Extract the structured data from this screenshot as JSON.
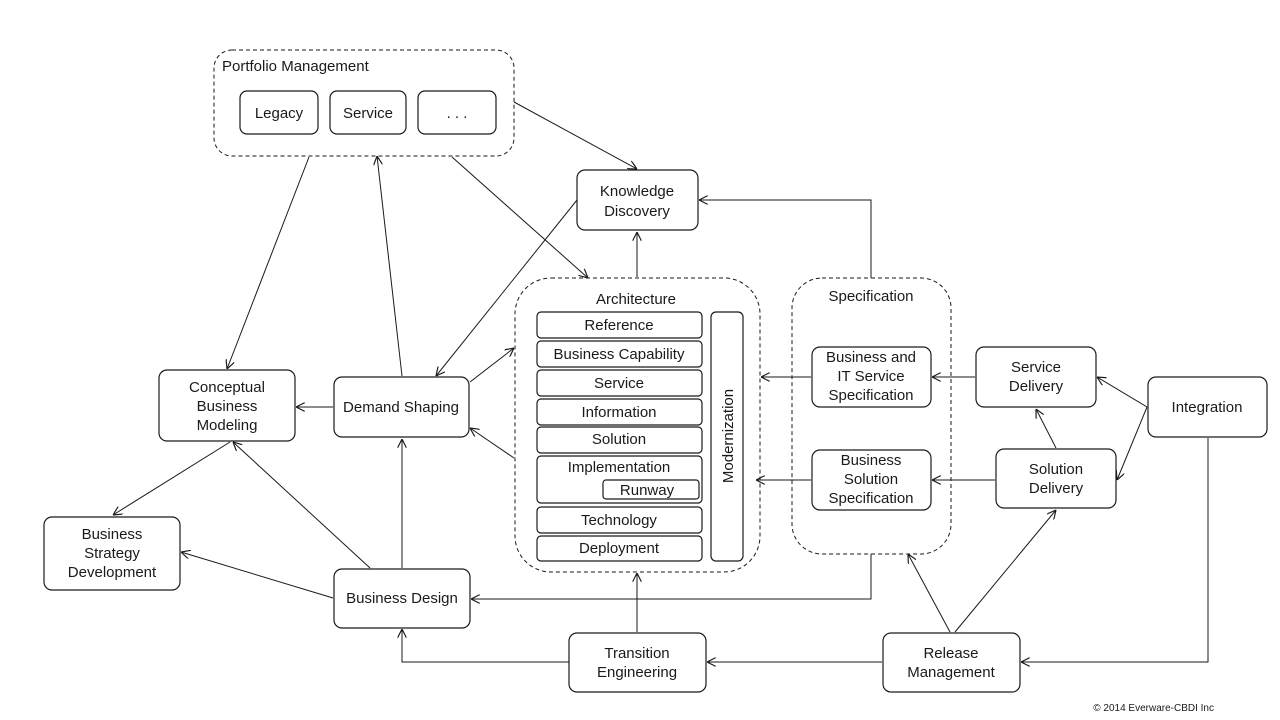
{
  "groups": {
    "portfolio": "Portfolio Management",
    "architecture": "Architecture",
    "specification": "Specification"
  },
  "portfolio_items": [
    "Legacy",
    "Service",
    ". . ."
  ],
  "architecture_items": {
    "reference": "Reference",
    "business_capability": "Business Capability",
    "service": "Service",
    "information": "Information",
    "solution": "Solution",
    "implementation": "Implementation",
    "runway": "Runway",
    "technology": "Technology",
    "deployment": "Deployment",
    "modernization": "Modernization"
  },
  "nodes": {
    "knowledge_discovery": [
      "Knowledge",
      "Discovery"
    ],
    "conceptual_business_modeling": [
      "Conceptual",
      "Business",
      "Modeling"
    ],
    "demand_shaping": [
      "Demand Shaping"
    ],
    "business_strategy_development": [
      "Business",
      "Strategy",
      "Development"
    ],
    "business_design": [
      "Business Design"
    ],
    "transition_engineering": [
      "Transition",
      "Engineering"
    ],
    "release_management": [
      "Release",
      "Management"
    ],
    "business_it_service_spec": [
      "Business and",
      "IT Service",
      "Specification"
    ],
    "business_solution_spec": [
      "Business",
      "Solution",
      "Specification"
    ],
    "service_delivery": [
      "Service",
      "Delivery"
    ],
    "solution_delivery": [
      "Solution",
      "Delivery"
    ],
    "integration": [
      "Integration"
    ]
  },
  "copyright": "© 2014 Everware-CBDI Inc"
}
